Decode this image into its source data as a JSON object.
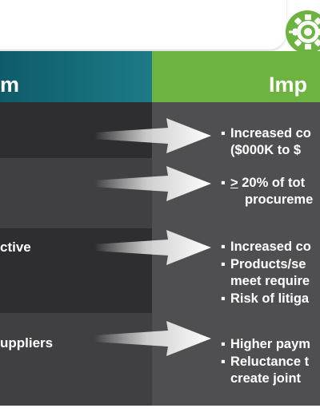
{
  "header": {
    "left_label": "m",
    "right_label": "Imp"
  },
  "rows": [
    {
      "left": "",
      "bullets": [
        {
          "text": "Increased co",
          "cont": "($000K to $"
        }
      ]
    },
    {
      "left": "",
      "bullets": [
        {
          "prefix": ">",
          "text": " 20% of tot",
          "cont": "procureme"
        }
      ]
    },
    {
      "left": "ctive",
      "bullets": [
        {
          "text": "Increased co"
        },
        {
          "text": "Products/se",
          "cont": "meet require"
        },
        {
          "text": "Risk of litiga"
        }
      ]
    },
    {
      "left": "uppliers",
      "bullets": [
        {
          "text": "Higher paym"
        },
        {
          "text": "Reluctance t",
          "cont": "create joint"
        }
      ]
    }
  ],
  "icons": {
    "gear": "gear-cogs-icon",
    "arrow": "right-arrow-icon"
  },
  "colors": {
    "teal": "#1c7b87",
    "green": "#6cb33f",
    "dark_row": "#2e2e30",
    "mid_row": "#404043",
    "right_col": "#4f4f52"
  }
}
